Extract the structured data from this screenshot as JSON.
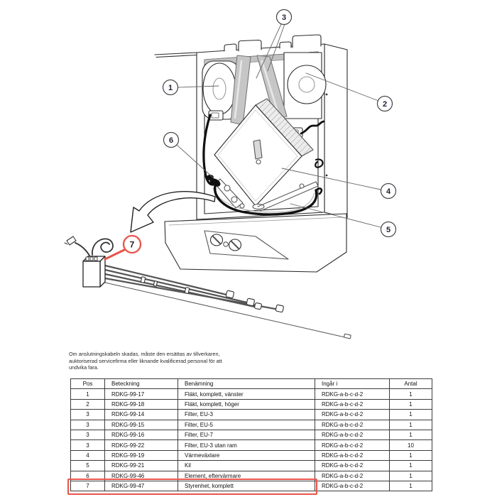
{
  "diagram": {
    "callouts": [
      {
        "label": "1"
      },
      {
        "label": "2"
      },
      {
        "label": "3"
      },
      {
        "label": "4"
      },
      {
        "label": "5"
      },
      {
        "label": "6"
      },
      {
        "label": "7",
        "highlighted": true
      }
    ],
    "highlight_color": "#e8544b",
    "line_color": "#2b2b2b",
    "filter_fill": "#c6c6c6"
  },
  "warning": {
    "lines": [
      "Om anslutningskabeln skadas, måste den ersättas av tillverkaren,",
      "auktoriserad servicefirma eller liknande kvalificerad personal för att",
      "undvika fara."
    ]
  },
  "table": {
    "headers": [
      "Pos",
      "Beteckning",
      "Benämning",
      "Ingår i",
      "Antal"
    ],
    "rows": [
      [
        "1",
        "RDKG-99-17",
        "Fläkt, komplett, vänster",
        "RDKG-a-b-c-d-2",
        "1"
      ],
      [
        "2",
        "RDKG-99-18",
        "Fläkt, komplett, höger",
        "RDKG-a-b-c-d-2",
        "1"
      ],
      [
        "3",
        "RDKG-99-14",
        "Filter, EU-3",
        "RDKG-a-b-c-d-2",
        "1"
      ],
      [
        "3",
        "RDKG-99-15",
        "Filter, EU-5",
        "RDKG-a-b-c-d-2",
        "1"
      ],
      [
        "3",
        "RDKG-99-16",
        "Filter, EU-7",
        "RDKG-a-b-c-d-2",
        "1"
      ],
      [
        "3",
        "RDKG-99-22",
        "Filter, EU-3 utan ram",
        "RDKG-a-b-c-d-2",
        "10"
      ],
      [
        "4",
        "RDKG-99-19",
        "Värmeväxlare",
        "RDKG-a-b-c-d-2",
        "1"
      ],
      [
        "5",
        "RDKG-99-21",
        "Kil",
        "RDKG-a-b-c-d-2",
        "1"
      ],
      [
        "6",
        "RDKG-99-46",
        "Element, eftervärmare",
        "RDKG-a-b-c-d-2",
        "1"
      ],
      [
        "7",
        "RDKG-99-47",
        "Styrenhet, komplett",
        "RDKG-a-b-c-d-2",
        "1"
      ]
    ],
    "highlighted_row_index": 9
  }
}
